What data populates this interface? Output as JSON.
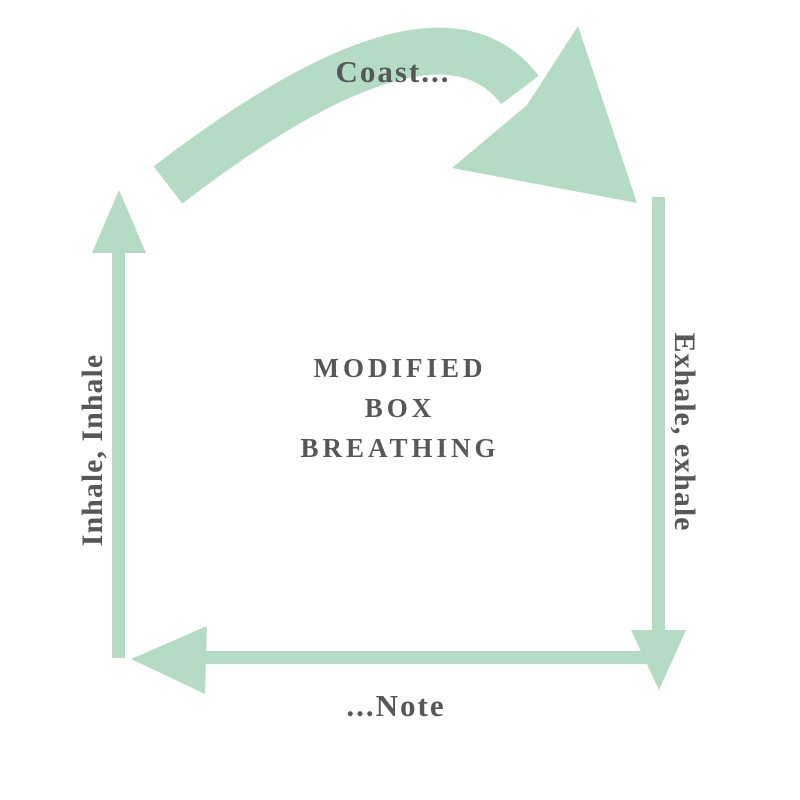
{
  "diagram": {
    "center_title_lines": [
      "MODIFIED",
      "BOX",
      "BREATHING"
    ],
    "labels": {
      "top": "Coast...",
      "right": "Exhale, exhale",
      "bottom": "...Note",
      "left": "Inhale, Inhale"
    },
    "colors": {
      "arrow": "#b4dcc5",
      "text": "#555759",
      "background": "#ffffff"
    }
  }
}
